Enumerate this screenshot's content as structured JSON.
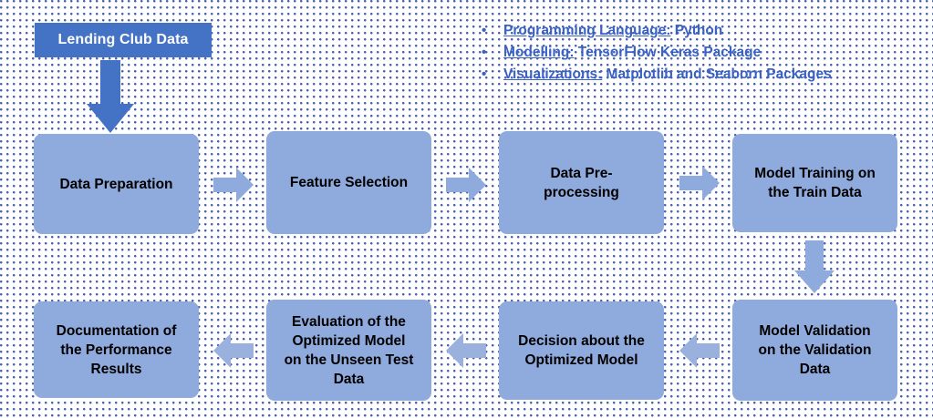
{
  "diagram": {
    "title_box": {
      "label": "Lending Club Data",
      "fill": "#4472C4",
      "text_color": "#FFFFFF"
    },
    "notes": {
      "bullet_glyph": "•",
      "text_color": "#3A62C4",
      "items": [
        {
          "lead": "Programming Language:",
          "rest": " Python"
        },
        {
          "lead": "Modelling:",
          "rest": " TensorFlow Keras Package"
        },
        {
          "lead": "Visualizations:",
          "rest": " Matplotlib and Seaborn Packages"
        }
      ]
    },
    "box_fill": "#8FAADC",
    "box_text_color": "#000000",
    "arrow_fill": "#8FAADC",
    "source_arrow_fill": "#4472C4",
    "steps": [
      {
        "id": "data-preparation",
        "label": "Data Preparation"
      },
      {
        "id": "feature-selection",
        "label": "Feature Selection"
      },
      {
        "id": "data-preprocessing",
        "label": "Data Pre-\nprocessing"
      },
      {
        "id": "model-training",
        "label": "Model Training on\nthe Train Data"
      },
      {
        "id": "model-validation",
        "label": "Model Validation\non the Validation\nData"
      },
      {
        "id": "decision",
        "label": "Decision about the\nOptimized Model"
      },
      {
        "id": "evaluation",
        "label": "Evaluation of the\nOptimized Model\non the Unseen Test\nData"
      },
      {
        "id": "documentation",
        "label": "Documentation of\nthe Performance\nResults"
      }
    ],
    "connectors": [
      {
        "id": "source-to-data-preparation",
        "direction": "down"
      },
      {
        "id": "data-preparation-to-feature",
        "direction": "right"
      },
      {
        "id": "feature-to-preprocessing",
        "direction": "right"
      },
      {
        "id": "preprocessing-to-model-training",
        "direction": "right"
      },
      {
        "id": "model-training-to-model-validation",
        "direction": "down"
      },
      {
        "id": "model-validation-to-decision",
        "direction": "left"
      },
      {
        "id": "decision-to-evaluation",
        "direction": "left"
      },
      {
        "id": "evaluation-to-documentation",
        "direction": "left"
      }
    ]
  }
}
